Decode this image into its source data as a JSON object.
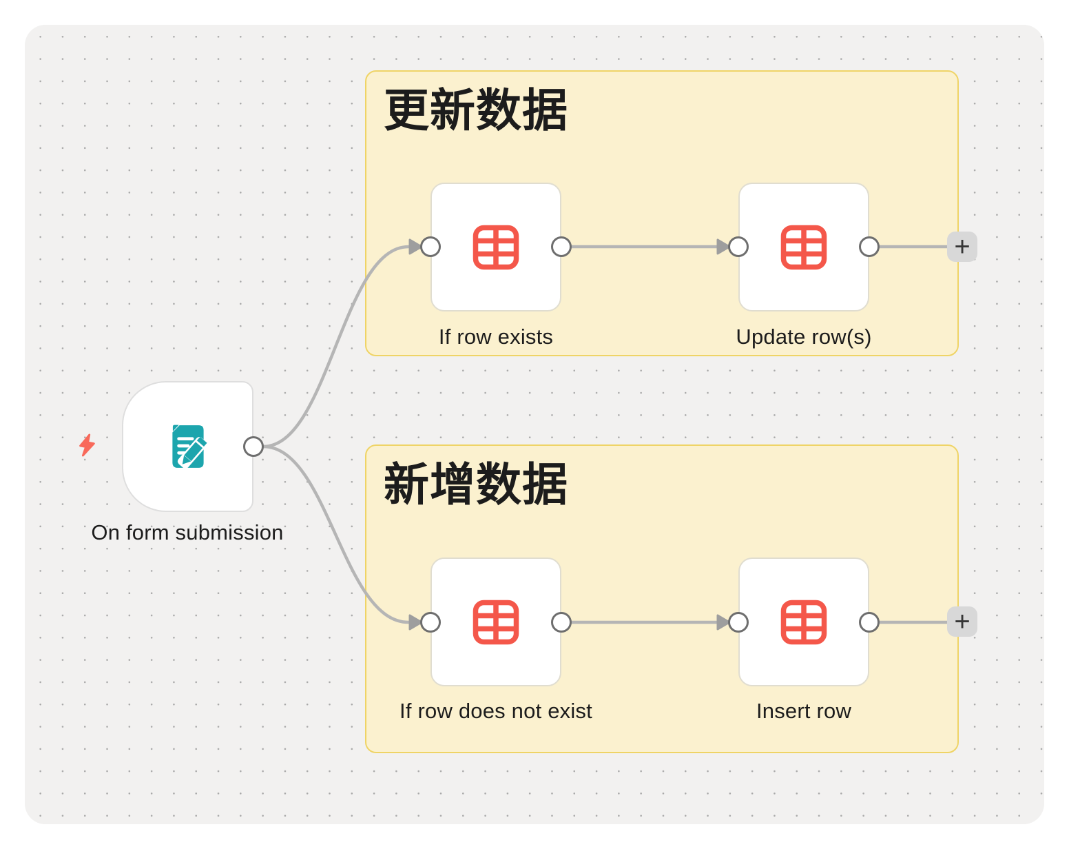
{
  "workflow": {
    "trigger": {
      "label": "On form submission"
    },
    "groups": [
      {
        "title": "更新数据",
        "nodes": [
          {
            "label": "If row exists"
          },
          {
            "label": "Update row(s)"
          }
        ]
      },
      {
        "title": "新增数据",
        "nodes": [
          {
            "label": "If row does not exist"
          },
          {
            "label": "Insert row"
          }
        ]
      }
    ],
    "add_button_label": "+"
  },
  "icons": {
    "trigger": "form-edit-icon",
    "node": "table-grid-icon",
    "trigger_badge": "lightning-bolt-icon",
    "add": "plus-icon"
  },
  "colors": {
    "canvas_bg": "#F2F1F0",
    "group_fill": "#FBF1CF",
    "group_border": "#EFD466",
    "table_icon_red": "#F4574A",
    "form_icon_teal": "#1CA5AD",
    "bolt_red": "#F8695A",
    "link_gray": "#B5B5B5",
    "plus_bg": "#D8D8D8",
    "text": "#1C1C1C"
  }
}
